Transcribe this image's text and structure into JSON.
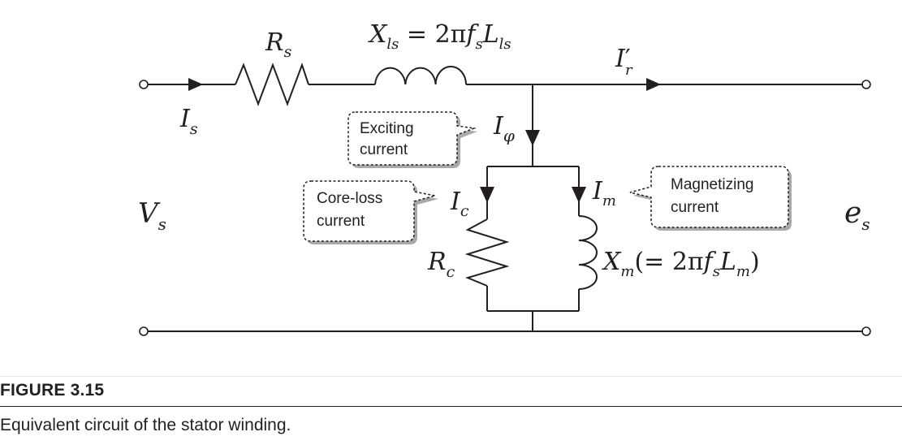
{
  "figure": {
    "label": "FIGURE 3.15",
    "caption": "Equivalent circuit of the stator winding."
  },
  "labels": {
    "Rs": {
      "base": "R",
      "sub": "s"
    },
    "Xls": {
      "base": "X",
      "sub": "ls",
      "eq": " = 2π",
      "f": "f",
      "fsub": "s",
      "L": "L",
      "Lsub": "ls"
    },
    "Ir": {
      "base": "I",
      "prime": "′",
      "sub": "r"
    },
    "Is": {
      "base": "I",
      "sub": "s"
    },
    "Iphi": {
      "base": "I",
      "sub": "φ"
    },
    "Ic": {
      "base": "I",
      "sub": "c"
    },
    "Im": {
      "base": "I",
      "sub": "m"
    },
    "Rc": {
      "base": "R",
      "sub": "c"
    },
    "Xm": {
      "base": "X",
      "sub": "m",
      "open": "(= 2π",
      "f": "f",
      "fsub": "s",
      "L": "L",
      "Lsub": "m",
      "close": ")"
    },
    "Vs": {
      "base": "V",
      "sub": "s"
    },
    "es": {
      "base": "e",
      "sub": "s"
    }
  },
  "callouts": {
    "exciting": {
      "line1": "Exciting",
      "line2": "current"
    },
    "coreloss": {
      "line1": "Core-loss",
      "line2": "current"
    },
    "magnetizing": {
      "line1": "Magnetizing",
      "line2": "current"
    }
  }
}
